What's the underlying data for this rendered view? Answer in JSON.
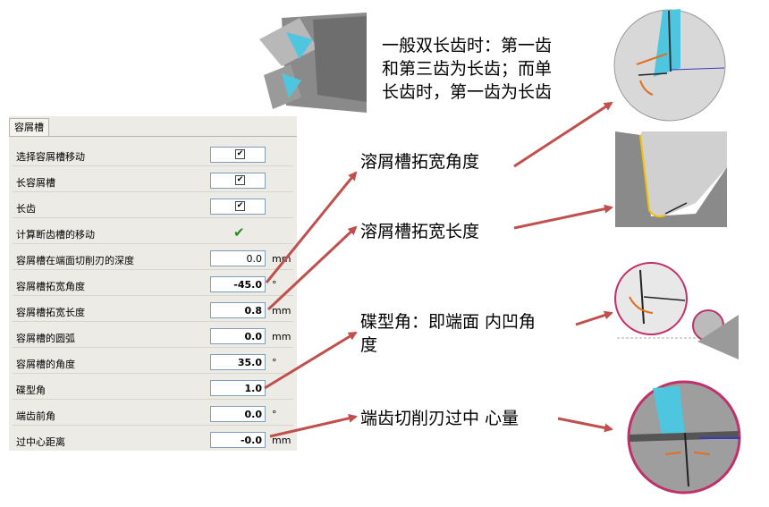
{
  "tab_label": "容屑槽",
  "rows": [
    {
      "label": "选择容屑槽移动",
      "checked": "✔"
    },
    {
      "label": "长容屑槽",
      "checked": "✔"
    },
    {
      "label": "长齿",
      "checked": "✔"
    },
    {
      "label": "计算断齿槽的移动",
      "checked": "✔"
    },
    {
      "label": "容屑槽在端面切削刃的深度",
      "value": "0.0",
      "unit": "mm"
    },
    {
      "label": "容屑槽拓宽角度",
      "value": "-45.0",
      "unit": "°"
    },
    {
      "label": "容屑槽拓宽长度",
      "value": "0.8",
      "unit": "mm"
    },
    {
      "label": "容屑槽的圆弧",
      "value": "0.0",
      "unit": "mm"
    },
    {
      "label": "容屑槽的角度",
      "value": "35.0",
      "unit": "°"
    },
    {
      "label": "碟型角",
      "value": "1.0",
      "unit": ""
    },
    {
      "label": "端齿前角",
      "value": "0.0",
      "unit": "°"
    },
    {
      "label": "过中心距离",
      "value": "-0.0",
      "unit": "mm"
    }
  ],
  "annotations": {
    "teeth_line1": "一般双长齿时：第一齿",
    "teeth_line2": "和第三齿为长齿；而单",
    "teeth_line3": "长齿时，第一齿为长齿",
    "widen_angle": "溶屑槽拓宽角度",
    "widen_length": "溶屑槽拓宽长度",
    "dish_line1": "碟型角：即端面 内凹角",
    "dish_line2": "度",
    "center": "端齿切削刃过中 心量"
  },
  "colors": {
    "arrow": "#c0504d",
    "accent_cyan": "#4fc6e0",
    "highlight_pink": "#c0306a",
    "check_green": "#2a8a1e"
  }
}
